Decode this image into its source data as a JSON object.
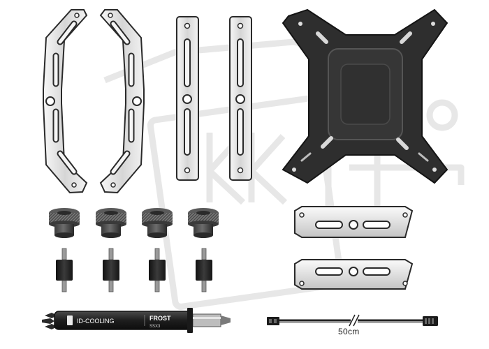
{
  "product": {
    "watermark_text": "KKLI",
    "syringe_brand": "ID-COOLING",
    "syringe_model": "FROST",
    "syringe_submodel": "SSX3",
    "cable_length_label": "50cm"
  },
  "palette": {
    "steel_light": "#e9e9e9",
    "steel_dark": "#8f8f8f",
    "outline": "#2a2a2a",
    "backplate": "#2b2b2b",
    "backplate_edge": "#555555",
    "standoff": "#1f1f1f",
    "thread": "#9a9a9a",
    "watermark": "#d9d9d9",
    "cable": "#222222"
  },
  "icons": {
    "watermark": "watermark-logo-icon",
    "backplate": "backplate-icon",
    "bracket": "mounting-bracket-icon",
    "nut": "thumb-nut-icon",
    "standoff": "standoff-screw-icon",
    "syringe": "thermal-paste-syringe-icon",
    "cable": "fan-splitter-cable-icon"
  }
}
